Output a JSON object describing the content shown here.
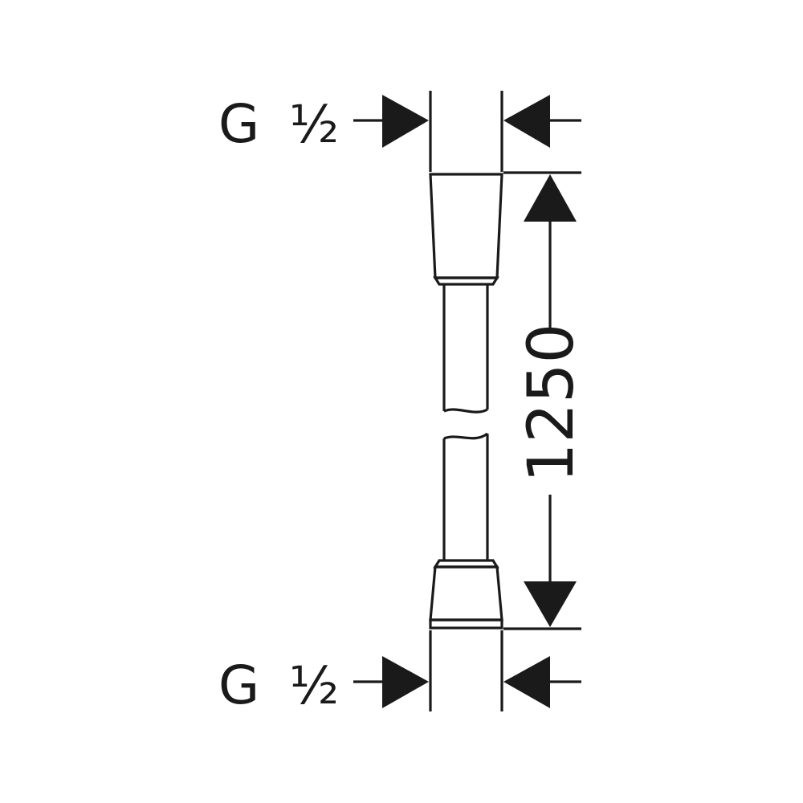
{
  "drawing": {
    "top_thread": {
      "letter": "G",
      "size": "½"
    },
    "bottom_thread": {
      "letter": "G",
      "size": "½"
    },
    "length_dimension": "1250"
  }
}
